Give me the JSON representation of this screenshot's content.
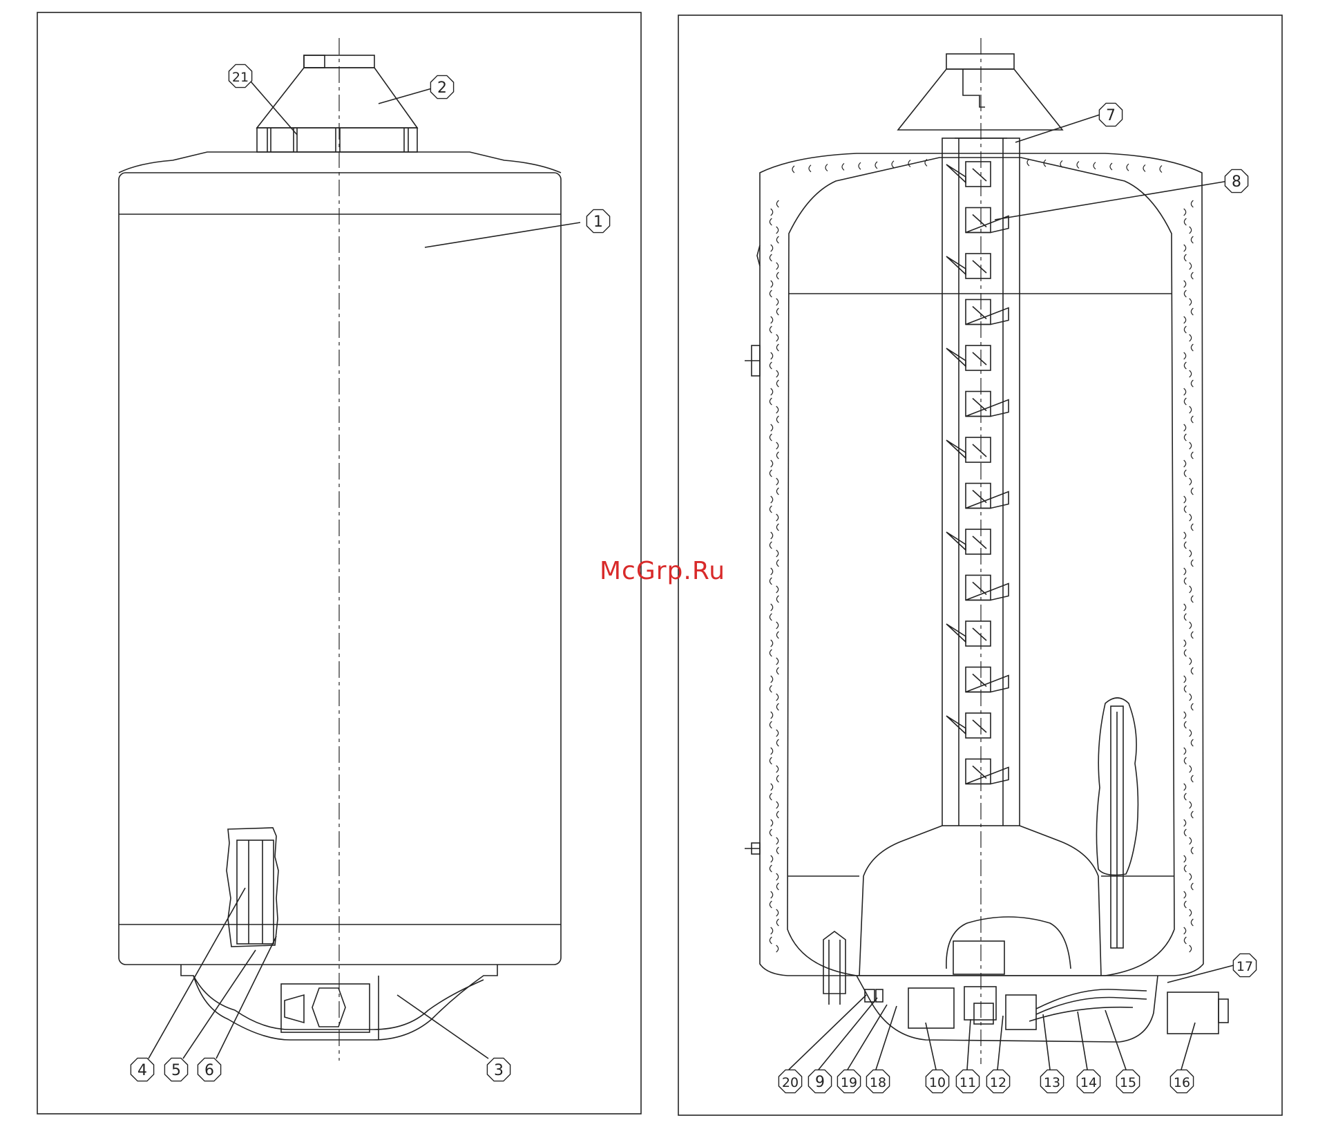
{
  "watermark": "McGrp.Ru",
  "colors": {
    "line": "#222222",
    "accent": "#d82a2a",
    "background": "#ffffff"
  },
  "left_view": {
    "callouts": [
      "21",
      "2",
      "1",
      "4",
      "5",
      "6",
      "3"
    ]
  },
  "right_view": {
    "callouts": [
      "7",
      "8",
      "17",
      "20",
      "9",
      "19",
      "18",
      "10",
      "11",
      "12",
      "13",
      "14",
      "15",
      "16"
    ]
  }
}
